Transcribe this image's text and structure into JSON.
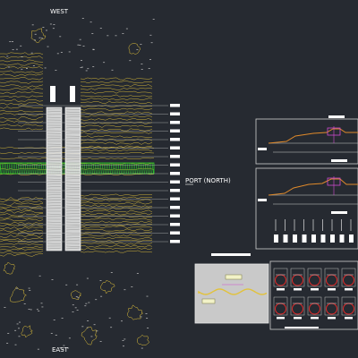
{
  "labels": {
    "west": "WEST",
    "east": "EAST",
    "port": "PORT (NORTH)"
  },
  "colors": {
    "background": "#262a31",
    "contour": "#e2c23a",
    "pier": "#d8d8d8",
    "green_band": "#2bd12b",
    "frame": "#d0d0d0",
    "profile": "#e08a2a",
    "detail_magenta": "#d24bd2",
    "red_circle": "#e02a2a",
    "text": "#ffffff"
  }
}
